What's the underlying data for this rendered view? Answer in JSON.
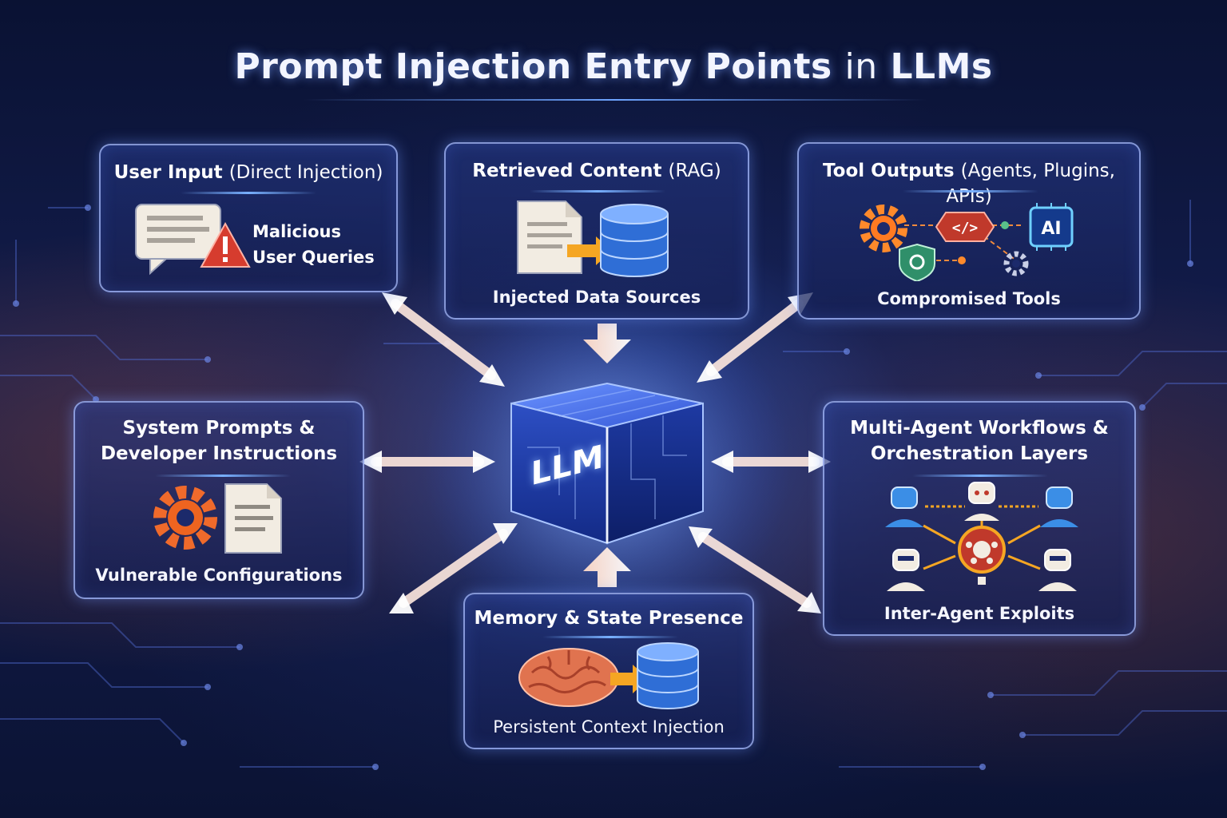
{
  "title": {
    "main": "Prompt Injection Entry Points",
    "suffix": "in",
    "tail": "LLMs"
  },
  "center": {
    "label": "LLM"
  },
  "cards": {
    "user_input": {
      "title": "User Input",
      "subtitle": "(Direct Injection)",
      "caption_line1": "Malicious",
      "caption_line2": "User Queries"
    },
    "retrieved": {
      "title": "Retrieved Content",
      "subtitle": "(RAG)",
      "caption": "Injected Data Sources"
    },
    "tools": {
      "title": "Tool Outputs",
      "subtitle": "(Agents, Plugins, APIs)",
      "caption": "Compromised Tools",
      "ai_badge": "AI",
      "code_badge": "</>"
    },
    "system": {
      "title_line1": "System Prompts &",
      "title_line2": "Developer Instructions",
      "caption": "Vulnerable Configurations"
    },
    "multi_agent": {
      "title_line1": "Multi-Agent Workflows &",
      "title_line2": "Orchestration Layers",
      "caption": "Inter-Agent Exploits"
    },
    "memory": {
      "title": "Memory & State Presence",
      "caption": "Persistent Context Injection"
    }
  },
  "icons": [
    "chat-bubble-icon",
    "warning-icon",
    "document-icon",
    "database-icon",
    "arrow-icon",
    "gear-icon",
    "code-icon",
    "shield-icon",
    "ai-chip-icon",
    "robot-icon",
    "brain-icon",
    "cube-icon"
  ],
  "colors": {
    "accent_blue": "#6ea4ff",
    "accent_orange": "#ff7a3a",
    "card_border": "#aabeff",
    "background": "#0f1a45"
  }
}
